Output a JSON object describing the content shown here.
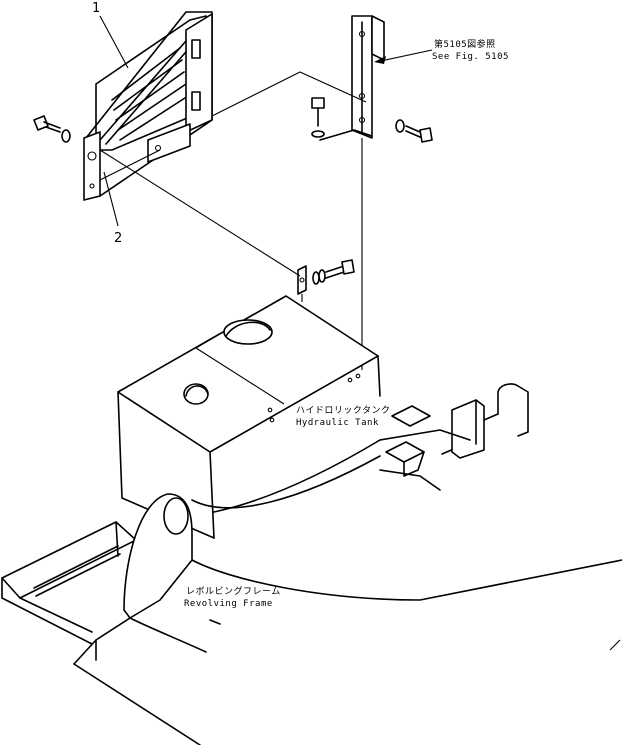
{
  "callouts": [
    {
      "id": "1",
      "label": "1"
    },
    {
      "id": "2",
      "label": "2"
    }
  ],
  "reference": {
    "jp": "第5105図参照",
    "en": "See Fig. 5105"
  },
  "hydraulic_tank": {
    "jp": "ハイドロリックタンク",
    "en": "Hydraulic Tank"
  },
  "revolving_frame": {
    "jp": "レボルビングフレーム",
    "en": "Revolving Frame"
  }
}
